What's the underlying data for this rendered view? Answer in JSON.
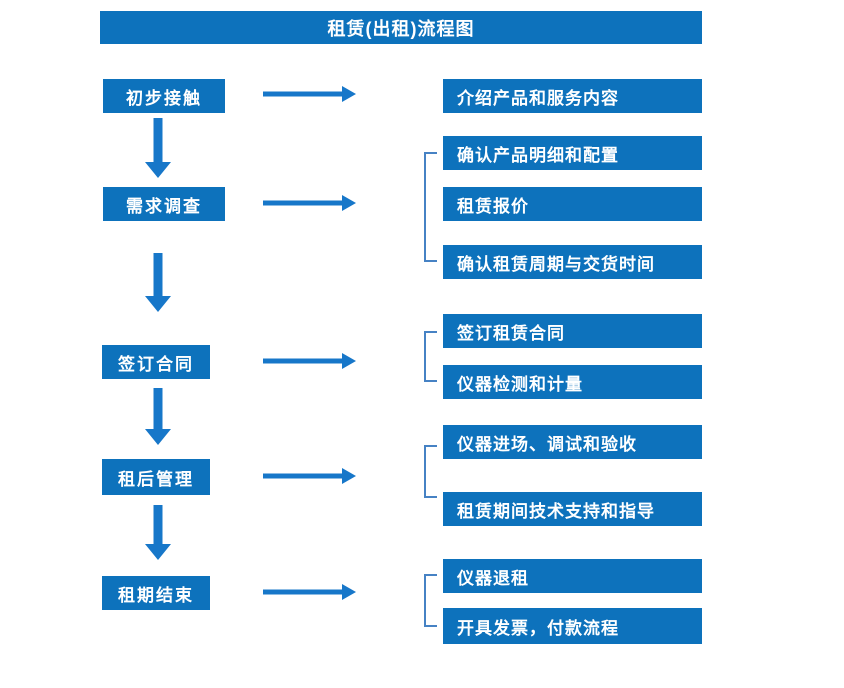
{
  "title": "租赁(出租)流程图",
  "colors": {
    "box_blue": "#0d72bc",
    "arrow_blue": "#1777c9",
    "bracket_blue": "#4682c4",
    "text_white": "#ffffff"
  },
  "stages": [
    {
      "label": "初步接触",
      "substeps": [
        "介绍产品和服务内容"
      ]
    },
    {
      "label": "需求调查",
      "substeps": [
        "确认产品明细和配置",
        "租赁报价",
        "确认租赁周期与交货时间"
      ]
    },
    {
      "label": "签订合同",
      "substeps": [
        "签订租赁合同",
        "仪器检测和计量"
      ]
    },
    {
      "label": "租后管理",
      "substeps": [
        "仪器进场、调试和验收",
        "租赁期间技术支持和指导"
      ]
    },
    {
      "label": "租期结束",
      "substeps": [
        "仪器退租",
        "开具发票，付款流程"
      ]
    }
  ]
}
